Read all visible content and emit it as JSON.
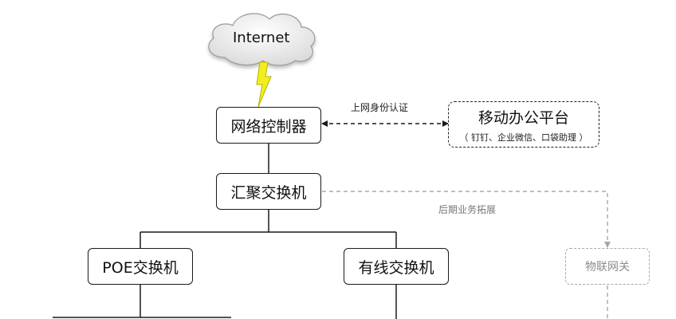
{
  "cloud": {
    "label": "Internet"
  },
  "nodes": {
    "controller": "网络控制器",
    "aggregation": "汇聚交换机",
    "poe": "POE交换机",
    "wired": "有线交换机",
    "mobile_title": "移动办公平台",
    "mobile_sub": "（ 钉钉、企业微信、口袋助理 ）",
    "iot": "物联网关"
  },
  "edges": {
    "auth": "上网身份认证",
    "expansion": "后期业务拓展"
  },
  "colors": {
    "line": "#1a1a1a",
    "dashed_gray": "#a7a7a7",
    "lightning": "#f2ee1f"
  }
}
